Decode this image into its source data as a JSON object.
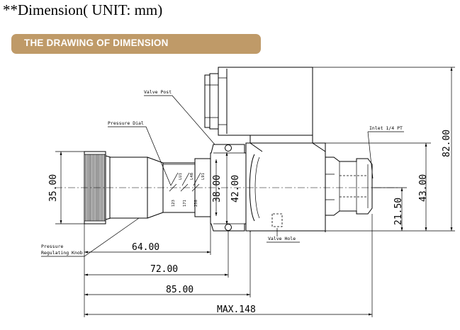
{
  "header": {
    "title": "**Dimension( UNIT: mm)",
    "banner": "THE DRAWING OF DIMENSION",
    "banner_color": "#bf9a68"
  },
  "labels": {
    "valve_post": "Valve Post",
    "pressure_dial": "Pressure Dial",
    "inlet": "Inlet 1/4 PT",
    "valve_hole": "Valve Hole",
    "pressure_knob_line1": "Pressure",
    "pressure_knob_line2": "Regulating Knob"
  },
  "dial_marks": [
    "123",
    "171",
    "238",
    "LU1",
    "L48",
    "L91"
  ],
  "dimensions": {
    "d_35": "35.00",
    "d_38": "38.00",
    "d_42": "42.00",
    "d_21_5": "21.50",
    "d_43": "43.00",
    "d_82": "82.00",
    "d_64": "64.00",
    "d_72": "72.00",
    "d_85": "85.00",
    "d_max": "MAX.148"
  }
}
